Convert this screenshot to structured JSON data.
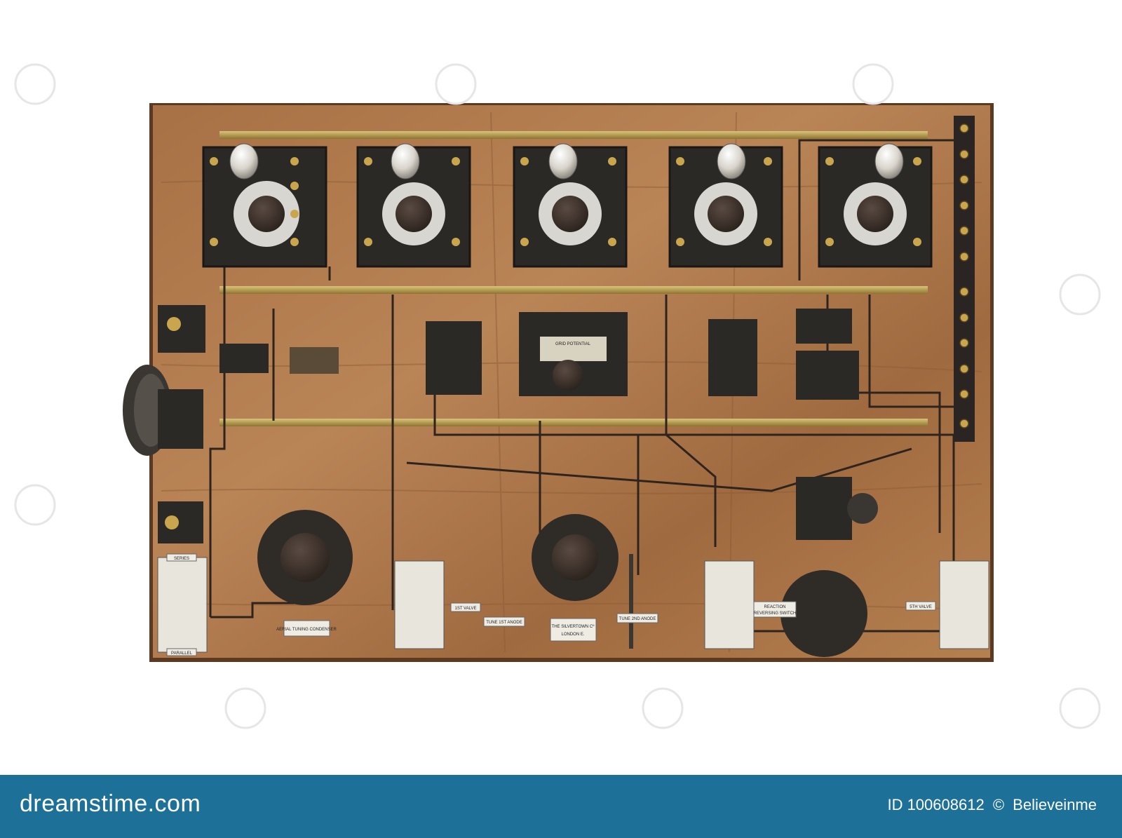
{
  "photo": {
    "subject": "antique radio receiver panel with five valves mounted on wooden board",
    "colors": {
      "wood": "#a8734a",
      "wood_dark": "#6d4227",
      "metal": "#2d2b28",
      "brass": "#b89a4a",
      "background": "#ffffff"
    },
    "labels": {
      "aerial": "AERIAL TUNING CONDENSER",
      "silvertown_1": "THE SILVERTOWN Cº",
      "silvertown_2": "LONDON E.",
      "tune_anode": "TUNE 1ST ANODE",
      "tune_anode2": "TUNE 2ND ANODE",
      "first_valve": "1ST VALVE",
      "fifth_valve": "5TH VALVE",
      "reaction_1": "REACTION",
      "reaction_2": "REVERSING SWITCH",
      "parallel": "PARALLEL",
      "series": "SERIES",
      "potentiometer": "GRID POTENTIAL"
    }
  },
  "footer": {
    "brand": "dreamstime.com",
    "id_label": "ID 100608612",
    "copyright": "©",
    "author": "Believeinme",
    "color": "#1d7097"
  }
}
